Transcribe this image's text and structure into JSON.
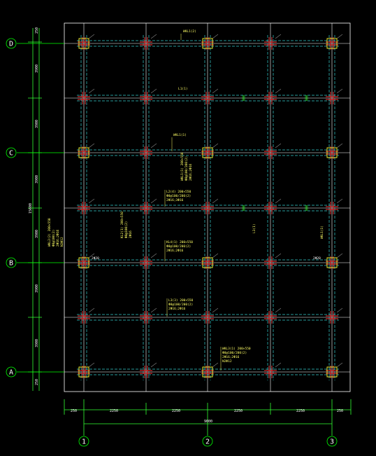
{
  "drawing": {
    "grid_rows": [
      "D",
      "C",
      "B",
      "A"
    ],
    "grid_cols": [
      "1",
      "2",
      "3"
    ],
    "left_dimensions": [
      "250",
      "3900",
      "3900",
      "3900",
      "3900",
      "3900",
      "3900",
      "250"
    ],
    "left_total": "15600",
    "bottom_dimensions": [
      "250",
      "2250",
      "2250",
      "2250",
      "2250",
      "250"
    ],
    "bottom_total": "9000",
    "annotations": {
      "top_beam": "WKL1(2)",
      "l1_top": "L1(1)",
      "c_mid_small": "WKL1(1)",
      "c_mid_block": [
        "WKL1(1) 200×550",
        "Φ8@100/200(2)",
        "2Φ16;2Φ16"
      ],
      "mid_beam": [
        "L2(4) 200×550",
        "Φ8@100/200(2)",
        "2Φ16;3Φ16"
      ],
      "left_beam": [
        "WKL2(2) 200×550",
        "Φ8@100(2)",
        "2Φ16;2Φ16",
        "N2Φ12"
      ],
      "left_beam2": [
        "KL2(1) 200×550",
        "Φ8@100(2)",
        "2Φ16"
      ],
      "bc_beam": [
        "KL4(1) 200×550",
        "Φ8@100/200(2)",
        "2Φ16;2Φ16"
      ],
      "right_small_1": "L3(1)",
      "right_small_2": "WKL1(1)",
      "ab_beam": [
        "L3(3) 200×550",
        "Φ8@100/200(2)",
        "2Φ16;2Φ16"
      ],
      "bottom_beam": [
        "WKL3(1) 200×550",
        "Φ8@100/200(2)",
        "2Φ16;2Φ16",
        "N2Φ12"
      ],
      "b_left_tag": "2Φ20",
      "b_right_tag": "2Φ20"
    }
  },
  "colors": {
    "grid": "#ffffff",
    "axis": "#00ff00",
    "column": "#ffff33",
    "beam": "#33cccc",
    "rebar": "#ff3333",
    "text": "#ffff66",
    "dim": "#33ff33"
  }
}
